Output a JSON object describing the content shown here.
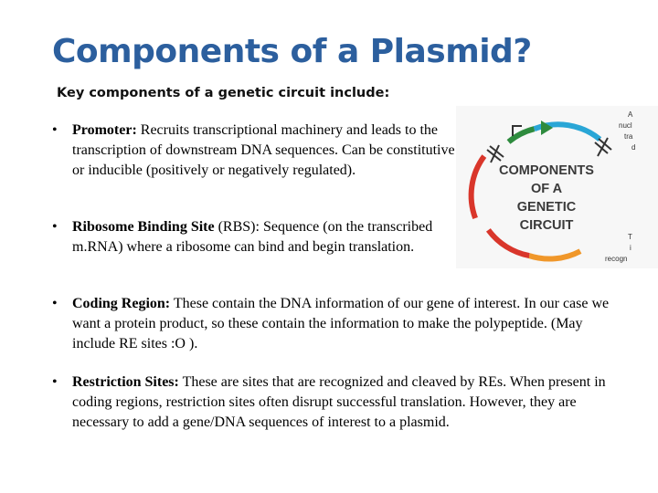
{
  "slide": {
    "title": "Components of a Plasmid?",
    "subtitle": "Key components of a genetic circuit include:"
  },
  "bullets": [
    {
      "marker": "•",
      "term": "Promoter:",
      "text": " Recruits transcriptional machinery and leads to the transcription of downstream DNA sequences. Can be constitutive or inducible (positively or negatively regulated)."
    },
    {
      "marker": "•",
      "term": "Ribosome Binding Site",
      "text": " (RBS):  Sequence (on the transcribed m.RNA) where a ribosome can bind and begin translation."
    },
    {
      "marker": "•",
      "term": "Coding Region:",
      "text": " These contain the DNA information of our gene of interest.  In our case we want a protein product, so these contain the information to make the polypeptide.  (May include RE sites :O )."
    },
    {
      "marker": "•",
      "term": "Restriction Sites:",
      "text": "  These are sites that are recognized and cleaved by REs. When present in coding regions, restriction sites often disrupt successful translation. However, they are necessary to add a gene/DNA sequences of interest to a plasmid."
    }
  ],
  "figure": {
    "lines": [
      "COMPONENTS",
      "OF A",
      "GENETIC",
      "CIRCUIT"
    ],
    "edge_fragments": [
      "A",
      "nucl",
      "tra",
      "d",
      "T",
      "i",
      "recogn"
    ],
    "colors": {
      "blue": "#2aa6d6",
      "green": "#2e8b3e",
      "red": "#d9362b",
      "orange": "#f0972a",
      "title": "#2c5f9e"
    }
  }
}
